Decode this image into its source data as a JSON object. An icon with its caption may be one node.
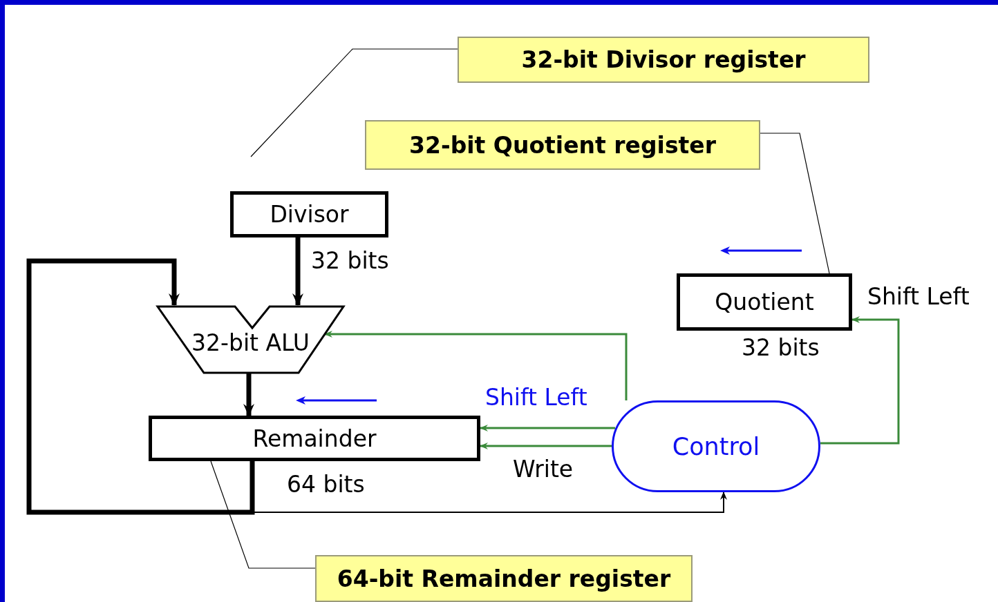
{
  "diagram": {
    "nodes": [
      {
        "text": [
          "32-bit Divisor register"
        ]
      },
      {
        "text": [
          "32-bit Quotient register"
        ]
      },
      {
        "text": [
          "Divisor"
        ]
      },
      {
        "text": [
          "32-bit ALU"
        ]
      },
      {
        "text": [
          "Quotient"
        ],
        "beside": [
          "32 bits"
        ]
      },
      {
        "text": [
          "Remainder"
        ],
        "beside": [
          "64 bits"
        ]
      },
      {
        "text": [
          "Control"
        ]
      },
      {
        "text": [
          "64-bit Remainder register"
        ]
      }
    ],
    "edges": [
      {
        "from": 0,
        "to": null,
        "arrow": "none"
      },
      {
        "from": 1,
        "to": 4,
        "arrow": "none"
      },
      {
        "from": 7,
        "to": 5,
        "arrow": "none"
      },
      {
        "from": 2,
        "to": 3,
        "arrow": "to",
        "style": "thick",
        "label": "32 bits"
      },
      {
        "from": 3,
        "to": 5,
        "arrow": "to",
        "style": "thick"
      },
      {
        "from": 5,
        "to": 3,
        "arrow": "to",
        "style": "thick"
      },
      {
        "from": 5,
        "to": 6,
        "arrow": "to"
      },
      {
        "from": 6,
        "to": 3,
        "arrow": "to",
        "color": "#3a8a3a"
      },
      {
        "from": 6,
        "to": 5,
        "arrow": "to",
        "color": "#3a8a3a",
        "label": "Shift Left"
      },
      {
        "from": 6,
        "to": 5,
        "arrow": "to",
        "color": "#3a8a3a",
        "label": "Write"
      },
      {
        "from": 6,
        "to": 4,
        "arrow": "to",
        "color": "#3a8a3a",
        "label": "Shift Left"
      }
    ]
  }
}
